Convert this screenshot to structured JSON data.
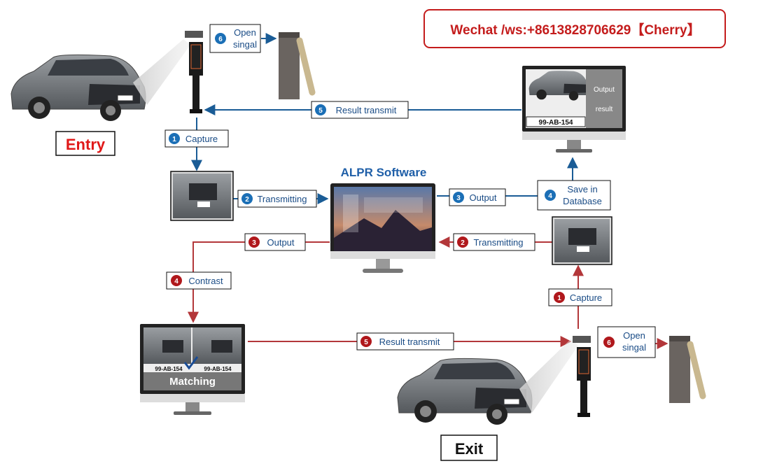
{
  "contact": "Wechat /ws:+8613828706629【Cherry】",
  "software_title": "ALPR Software",
  "entry_label": "Entry",
  "exit_label": "Exit",
  "output_screen": {
    "line1": "Output",
    "line2": "result",
    "plate": "99-AB-154"
  },
  "matching_screen": {
    "label": "Matching",
    "plate_left": "99-AB-154",
    "plate_right": "99-AB-154"
  },
  "steps": {
    "entry_open": {
      "num": "6",
      "line1": "Open",
      "line2": "singal"
    },
    "entry_result": {
      "num": "5",
      "label": "Result  transmit"
    },
    "entry_capture": {
      "num": "1",
      "label": "Capture"
    },
    "entry_transmitting": {
      "num": "2",
      "label": "Transmitting"
    },
    "entry_output": {
      "num": "3",
      "label": "Output"
    },
    "entry_save": {
      "num": "4",
      "line1": "Save in",
      "line2": "Database"
    },
    "exit_transmitting": {
      "num": "2",
      "label": "Transmitting"
    },
    "exit_output": {
      "num": "3",
      "label": "Output"
    },
    "exit_contrast": {
      "num": "4",
      "label": "Contrast"
    },
    "exit_capture": {
      "num": "1",
      "label": "Capture"
    },
    "exit_result": {
      "num": "5",
      "label": "Result  transmit"
    },
    "exit_open": {
      "num": "6",
      "line1": "Open",
      "line2": "singal"
    }
  },
  "colors": {
    "blue": "#1a5c96",
    "red": "#b3373a",
    "badge_blue": "#1b6fb6",
    "badge_red": "#b0181c",
    "title_red": "#e01818",
    "contact_red": "#c41c1c",
    "software_blue": "#1f5fa8"
  }
}
